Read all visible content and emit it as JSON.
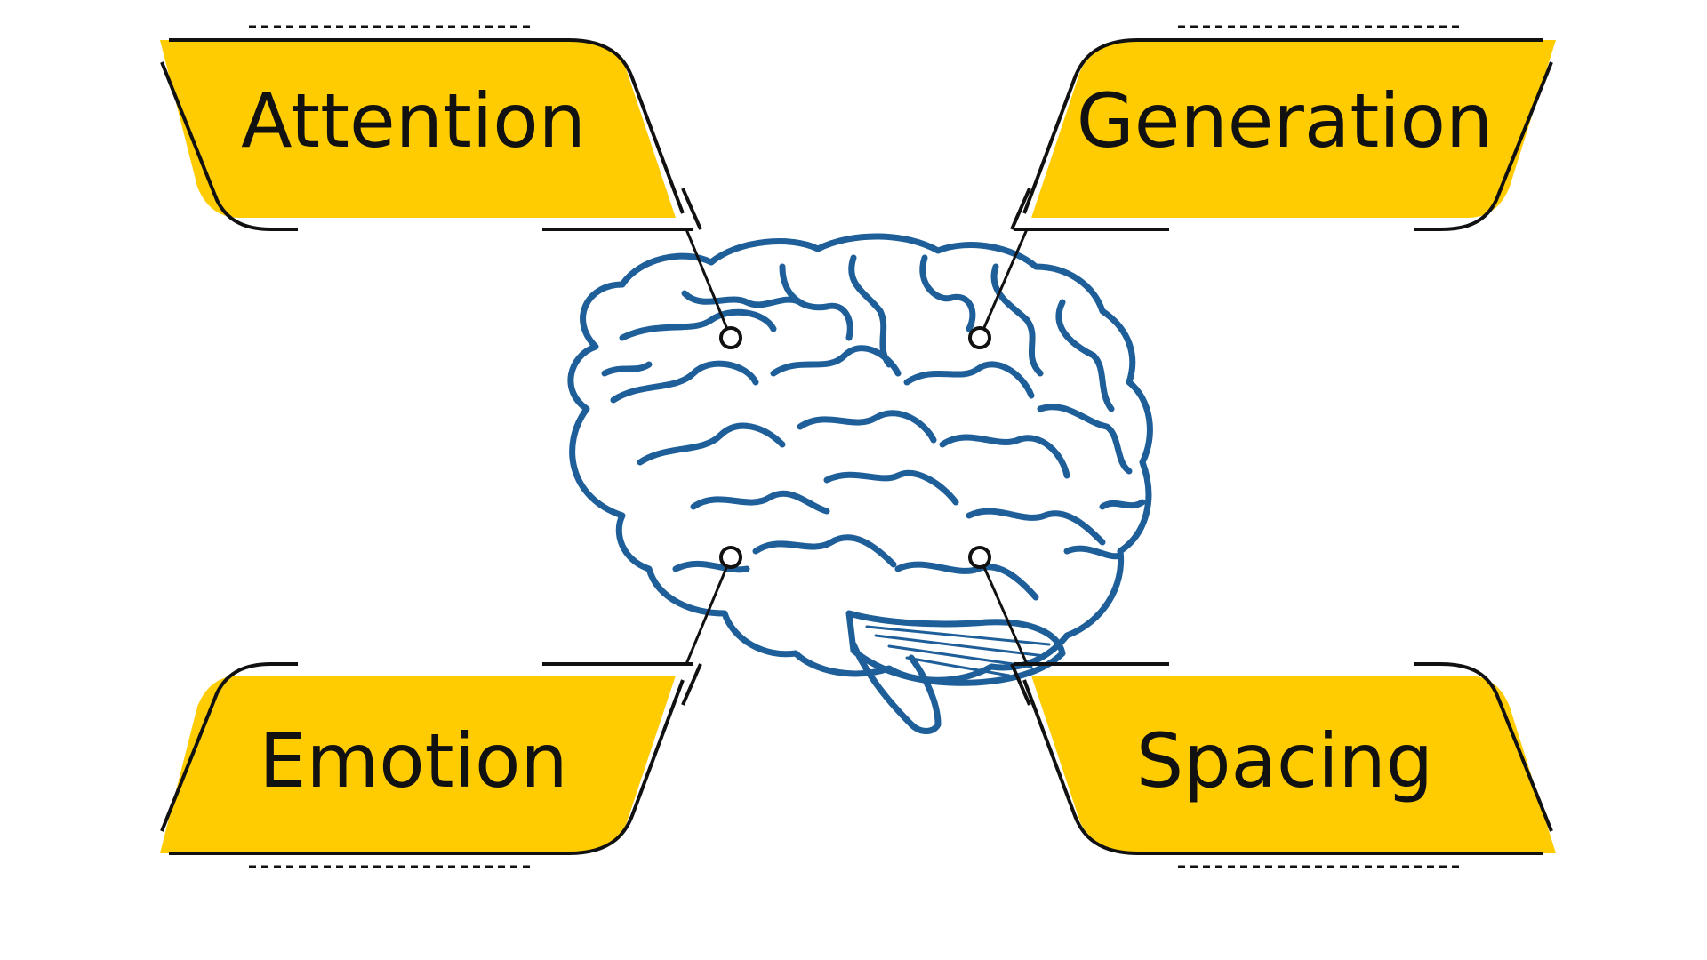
{
  "labels": {
    "top_left": "Attention",
    "top_right": "Generation",
    "bottom_left": "Emotion",
    "bottom_right": "Spacing"
  },
  "colors": {
    "label_fill": "#FECC00",
    "outline": "#111111",
    "brain": "#1F5F99",
    "background": "#FFFFFF"
  },
  "icons": {
    "center": "brain-icon"
  }
}
